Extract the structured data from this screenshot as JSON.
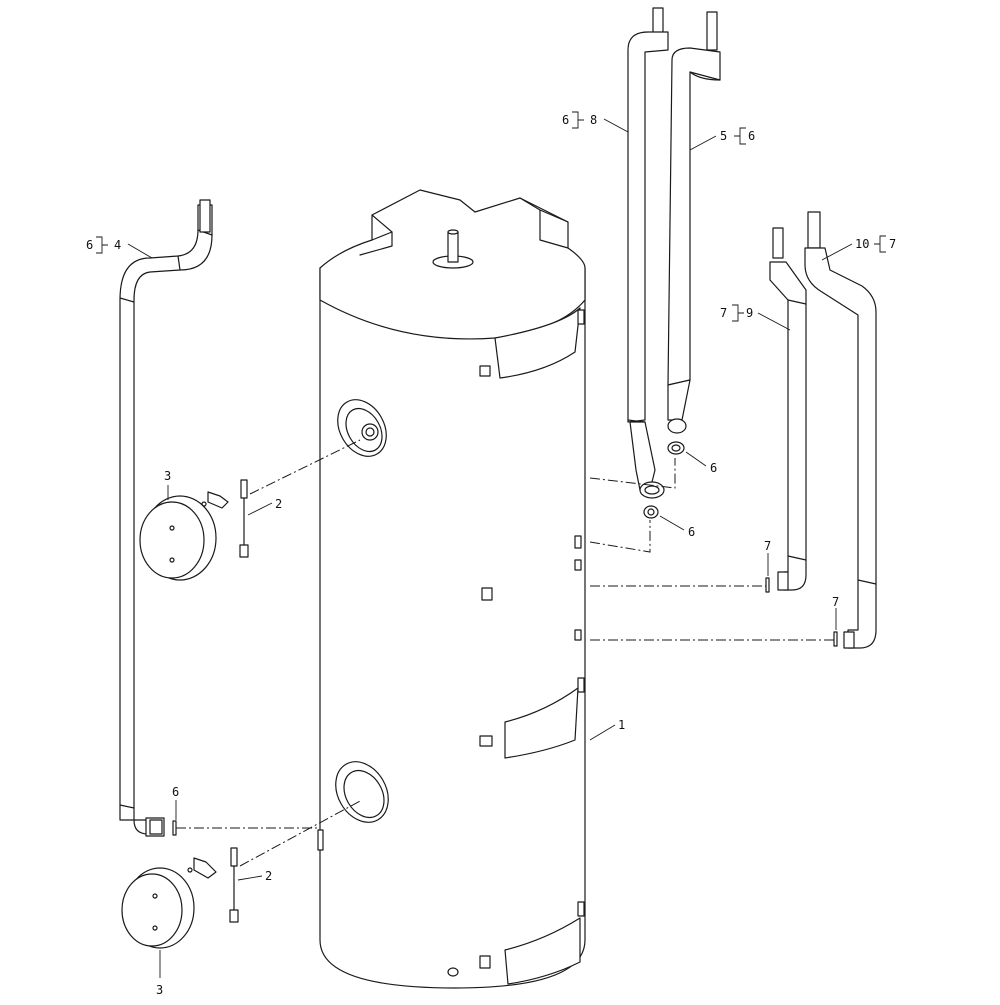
{
  "diagram": {
    "labels": {
      "tank": "1",
      "sensor_upper": "2",
      "sensor_lower": "2",
      "cover_upper": "3",
      "cover_lower": "3",
      "pipe_left": "4",
      "pipe_left_ref": "6",
      "pipe_center_right": "5",
      "pipe_center_right_ref": "6",
      "pipe_center_left": "8",
      "pipe_center_left_ref": "6",
      "pipe_right_inner": "9",
      "pipe_right_inner_ref": "7",
      "pipe_right_outer": "10",
      "pipe_right_outer_ref": "7",
      "gasket_a": "6",
      "gasket_b": "6",
      "gasket_lower_left": "6",
      "seal_a": "7",
      "seal_b": "7"
    }
  }
}
